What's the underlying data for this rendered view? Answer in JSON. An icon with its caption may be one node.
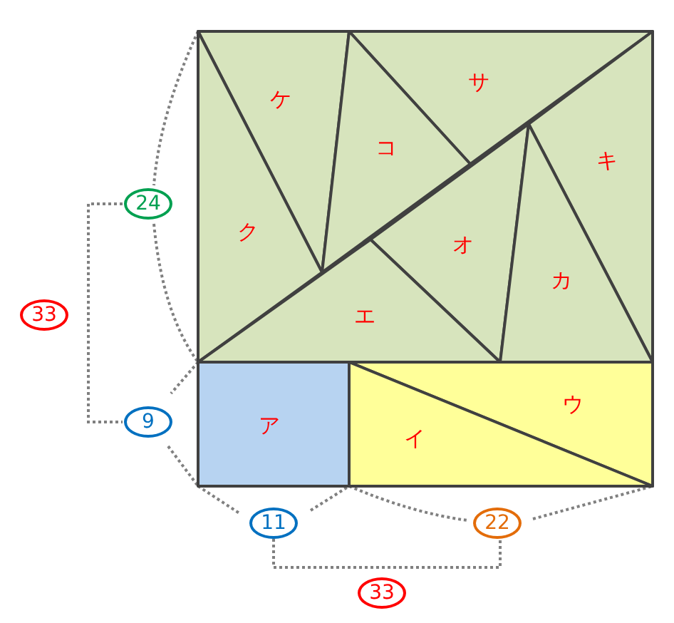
{
  "diagram": {
    "nodes": [
      {
        "text": [
          "ケ"
        ]
      },
      {
        "text": [
          "サ"
        ]
      },
      {
        "text": [
          "コ"
        ]
      },
      {
        "text": [
          "キ"
        ]
      },
      {
        "text": [
          "ク"
        ]
      },
      {
        "text": [
          "オ"
        ]
      },
      {
        "text": [
          "カ"
        ]
      },
      {
        "text": [
          "エ"
        ]
      },
      {
        "text": [
          "ア"
        ]
      },
      {
        "text": [
          "ウ"
        ]
      },
      {
        "text": [
          "イ"
        ]
      },
      {
        "text": [
          "24"
        ]
      },
      {
        "text": [
          "33"
        ]
      },
      {
        "text": [
          "9"
        ]
      },
      {
        "text": [
          "11"
        ]
      },
      {
        "text": [
          "22"
        ]
      },
      {
        "text": [
          "33"
        ]
      }
    ],
    "edges": []
  }
}
